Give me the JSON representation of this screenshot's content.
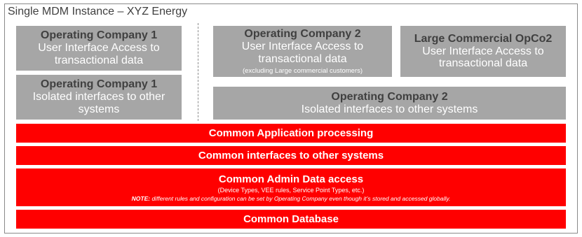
{
  "title": "Single MDM Instance – XYZ Energy",
  "boxes": {
    "opco1_ui": {
      "heading": "Operating Company 1",
      "line1": "User Interface Access to",
      "line2": "transactional data"
    },
    "opco2_ui": {
      "heading": "Operating Company 2",
      "line1": "User Interface Access to",
      "line2": "transactional data",
      "note": "(excluding Large commercial customers)"
    },
    "large_ui": {
      "heading": "Large Commercial OpCo2",
      "line1": "User Interface Access to",
      "line2": "transactional data"
    },
    "opco1_iso": {
      "heading": "Operating Company 1",
      "line1": "Isolated interfaces to other",
      "line2": "systems"
    },
    "opco2_iso": {
      "heading": "Operating Company 2",
      "line1": "Isolated interfaces to other systems"
    }
  },
  "bars": {
    "app": "Common Application processing",
    "interfaces": "Common interfaces to other systems",
    "admin": {
      "heading": "Common Admin Data access",
      "detail": "(Device Types, VEE rules, Service Point Types, etc.)",
      "note_label": "NOTE:",
      "note_text": " different rules and configuration can be set by Operating Company even though it’s stored and accessed globally."
    },
    "database": "Common Database"
  },
  "colors": {
    "gray_box": "#a6a6a6",
    "heading_text": "#404040",
    "red_bar": "#ff0000"
  }
}
